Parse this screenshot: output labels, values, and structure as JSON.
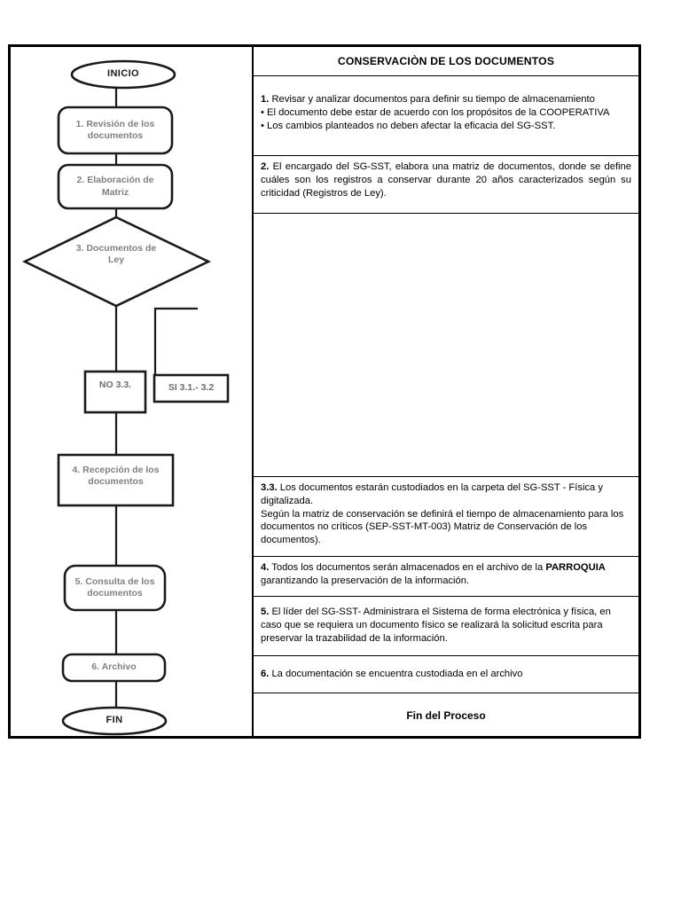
{
  "document": {
    "title": "CONSERVACIÒN DE LOS DOCUMENTOS"
  },
  "flowchart": {
    "nodes": [
      {
        "id": "start",
        "shape": "oval",
        "label": "INICIO"
      },
      {
        "id": "step1",
        "shape": "rounded",
        "label": "1. Revisión de los documentos"
      },
      {
        "id": "step2",
        "shape": "rounded",
        "label": "2. Elaboración de Matriz"
      },
      {
        "id": "decision",
        "shape": "diamond",
        "label": "3. Documentos de Ley"
      },
      {
        "id": "branchNo",
        "shape": "rectangle",
        "label": "NO 3.3."
      },
      {
        "id": "branchSi",
        "shape": "rectangle",
        "label": "SI 3.1.- 3.2"
      },
      {
        "id": "step4",
        "shape": "rectangle",
        "label": "4. Recepción de los documentos"
      },
      {
        "id": "step5",
        "shape": "rounded",
        "label": "5. Consulta de los documentos"
      },
      {
        "id": "step6",
        "shape": "rounded",
        "label": "6. Archivo"
      },
      {
        "id": "end",
        "shape": "oval",
        "label": "FIN"
      }
    ]
  },
  "procedure": {
    "rows": [
      {
        "id": "row-1",
        "kind": "steps",
        "lines": [
          {
            "number": "1.",
            "text": "  Revisar y analizar documentos para definir su tiempo de almacenamiento"
          },
          {
            "number": "•",
            "text": " El documento debe estar de acuerdo con los propósitos de la COOPERATIVA"
          },
          {
            "number": "•",
            "text": " Los cambios planteados no deben afectar la eficacia del SG-SST."
          }
        ]
      },
      {
        "id": "row-2",
        "kind": "paragraph",
        "number": "2.",
        "text": " El encargado del SG-SST, elabora una matriz de documentos, donde se define cuáles son los registros a conservar durante 20 años caracterizados según su criticidad (Registros de Ley)."
      },
      {
        "id": "row-blank",
        "kind": "blank",
        "text": ""
      },
      {
        "id": "row-3-3",
        "kind": "paragraph",
        "number": "3.3.",
        "text": "  Los documentos estarán custodiados en la carpeta del SG-SST - Física y digitalizada.",
        "text2": "Según la matriz de conservación se definirá el tiempo de almacenamiento para los documentos no críticos  (SEP-SST-MT-003) Matriz de Conservación de los documentos)."
      },
      {
        "id": "row-4",
        "kind": "paragraph-bold-inline",
        "number": "4.",
        "text_before": "  Todos los documentos serán almacenados en el archivo de la ",
        "bold_word": "PARROQUIA",
        "text_after": " garantizando la preservación de la información."
      },
      {
        "id": "row-5",
        "kind": "paragraph",
        "number": "5.",
        "text": " El líder del SG-SST- Administrara el Sistema de forma electrónica y física, en caso que se requiera un documento físico se realizará la solicitud escrita para preservar la trazabilidad de la información."
      },
      {
        "id": "row-6",
        "kind": "paragraph",
        "number": "6.",
        "text": " La documentación se encuentra custodiada en el archivo"
      },
      {
        "id": "row-fin",
        "kind": "center",
        "text": "Fin del Proceso"
      }
    ]
  },
  "colors": {
    "border": "#000000",
    "node_text": "#808080",
    "terminal_text": "#1a1a1a",
    "body_text": "#000000",
    "background": "#ffffff"
  }
}
